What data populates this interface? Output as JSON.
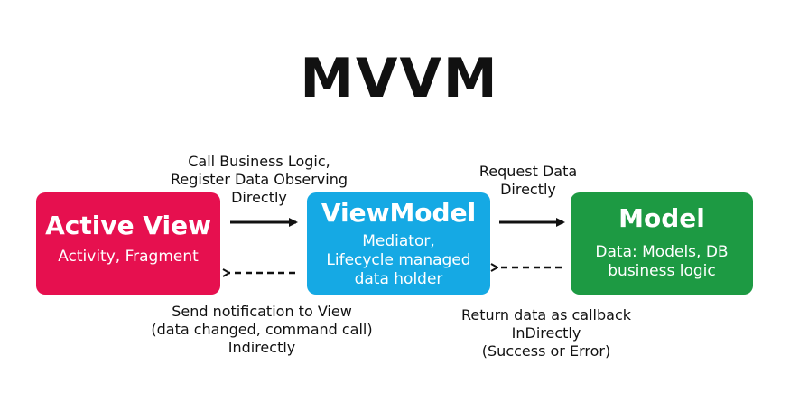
{
  "title": "MVVM",
  "colors": {
    "view": "#e6104f",
    "viewmodel": "#15a9e4",
    "model": "#1d9a43",
    "arrow": "#111111"
  },
  "boxes": {
    "view": {
      "name": "Active View",
      "desc": "Activity, Fragment"
    },
    "viewmodel": {
      "name": "ViewModel",
      "desc": "Mediator,\nLifecycle managed\ndata holder"
    },
    "model": {
      "name": "Model",
      "desc": "Data: Models, DB\nbusiness logic"
    }
  },
  "edges": {
    "view_to_vm": "Call Business Logic,\nRegister Data Observing\nDirectly",
    "vm_to_model": "Request Data\nDirectly",
    "vm_to_view": "Send notification to View\n(data changed, command call)\nIndirectly",
    "model_to_vm": "Return data as callback\nInDirectly\n(Success or Error)"
  }
}
